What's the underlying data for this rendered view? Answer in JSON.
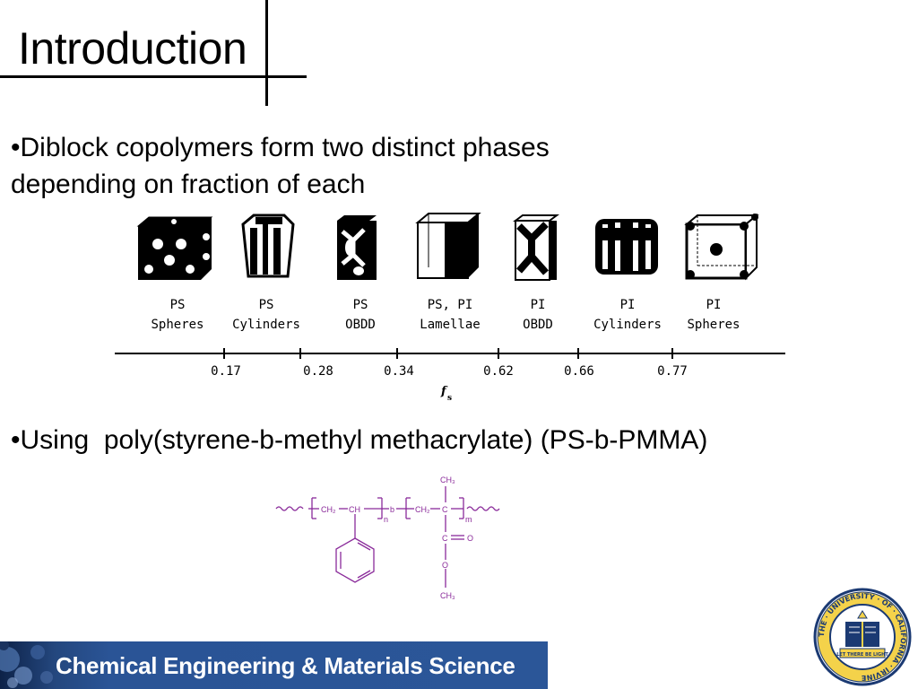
{
  "slide": {
    "title": "Introduction",
    "bullet1": "•Diblock copolymers form two distinct phases depending on fraction of each",
    "bullet2": "•Using  poly(styrene-b-methyl methacrylate) (PS-b-PMMA)"
  },
  "phase_diagram": {
    "phases": [
      {
        "top": "PS",
        "bottom": "Spheres"
      },
      {
        "top": "PS",
        "bottom": "Cylinders"
      },
      {
        "top": "PS",
        "bottom": "OBDD"
      },
      {
        "top": "PS, PI",
        "bottom": "Lamellae"
      },
      {
        "top": "PI",
        "bottom": "OBDD"
      },
      {
        "top": "PI",
        "bottom": "Cylinders"
      },
      {
        "top": "PI",
        "bottom": "Spheres"
      }
    ],
    "ticks": [
      "0.17",
      "0.28",
      "0.34",
      "0.62",
      "0.66",
      "0.77"
    ],
    "axis_symbol": "f",
    "axis_subscript": "s"
  },
  "structure": {
    "ch2_a": "CH₂",
    "ch": "CH",
    "n": "n",
    "b": "b",
    "ch2_b": "CH₂",
    "c_main": "C",
    "m": "m",
    "ch3_top": "CH₃",
    "c_carbonyl": "C",
    "o_double": "O",
    "o_ester": "O",
    "ch3_bottom": "CH₃",
    "color": "#8a2b9a"
  },
  "footer": {
    "label": "Chemical Engineering & Materials Science"
  },
  "seal": {
    "outer_text": "THE · UNIVERSITY · OF · CALIFORNIA · IRVINE",
    "banner_text": "LET THERE BE LIGHT"
  }
}
